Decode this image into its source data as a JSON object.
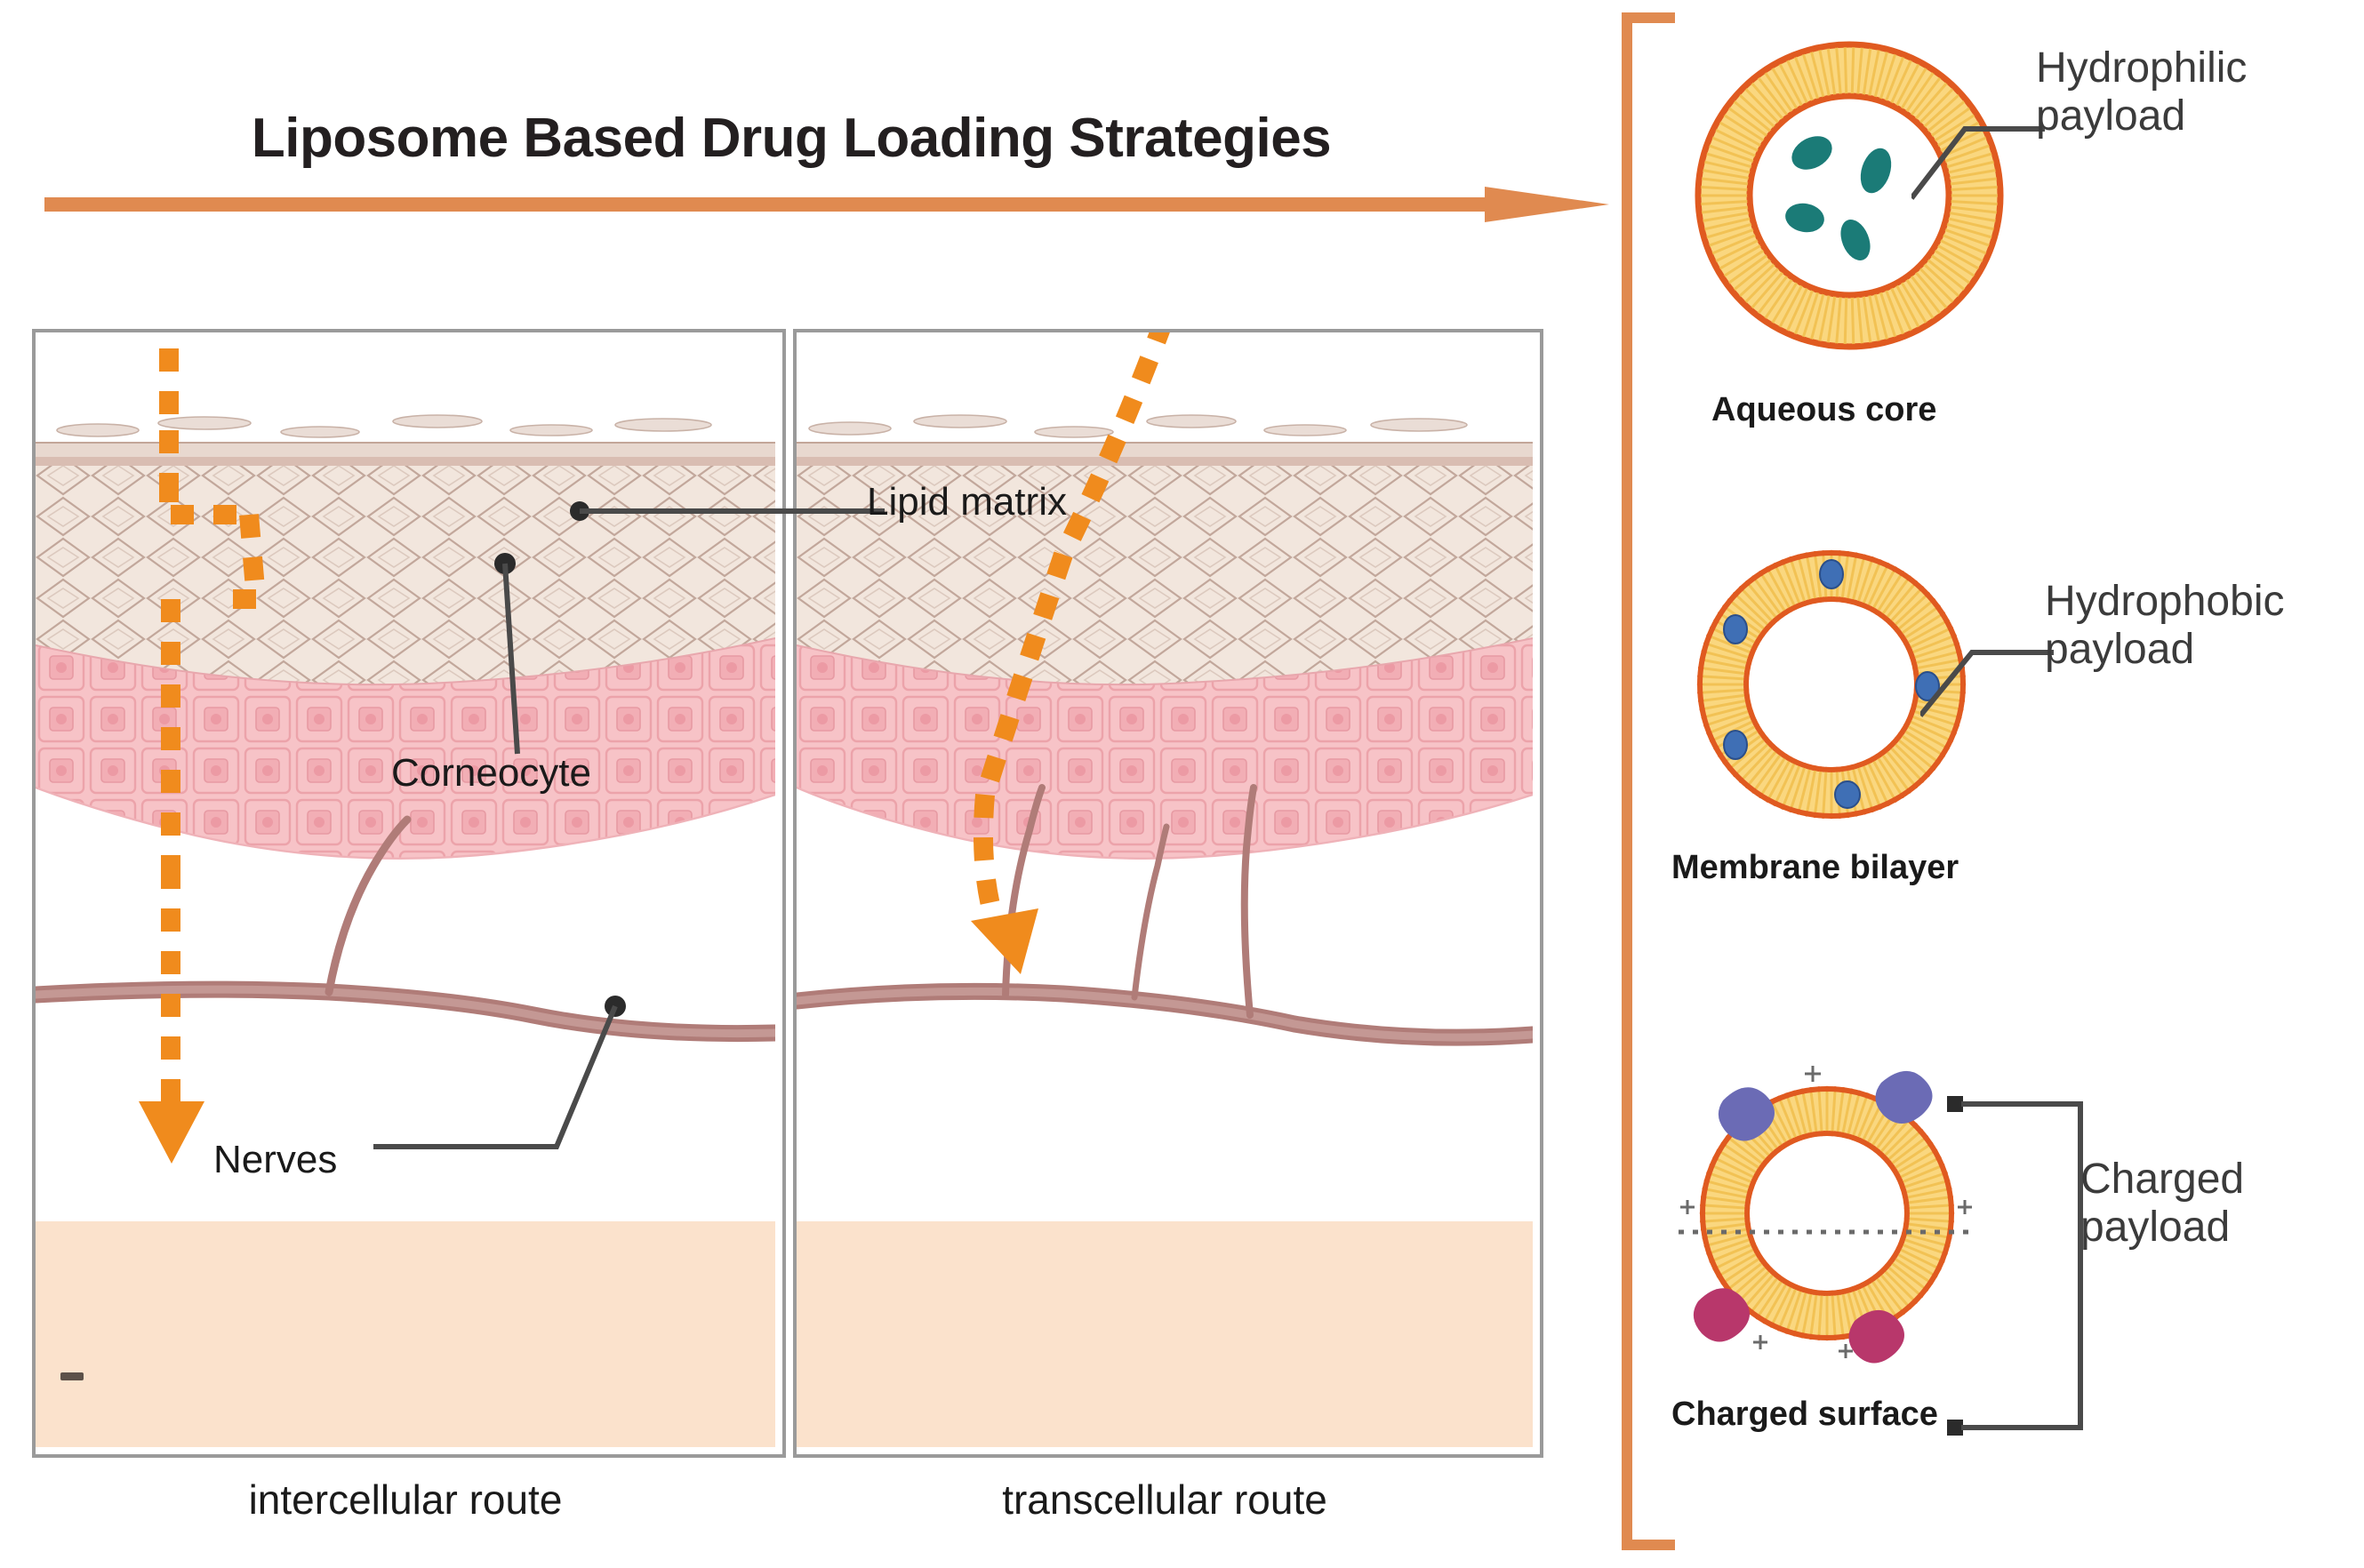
{
  "title": "Liposome Based Drug Loading Strategies",
  "colors": {
    "arrow_orange": "#E08A50",
    "bracket_orange": "#E08A50",
    "route_arrow_orange": "#F08B1D",
    "bilayer_fill": "#FAD77F",
    "bilayer_edge": "#E05A20",
    "hydrophilic_payload": "#1B7B77",
    "hydrophobic_payload": "#3F6FB5",
    "charged_blob_purple": "#6B6BB5",
    "charged_blob_magenta": "#B8376B",
    "corneocyte_layer": "#EFE2DA",
    "basal_layer": "#F6BFC4",
    "hypodermis": "#FBE2CC",
    "nerve": "#B07C78",
    "panel_border": "#9A9A9A",
    "label_text": "#1A1A1A"
  },
  "panels": [
    {
      "id": "intercellular",
      "caption": "intercellular route",
      "route_label": "intercellular route",
      "arrow_style": "dashed-vertical-zigzag",
      "arrow_direction": "down"
    },
    {
      "id": "transcellular",
      "caption": "transcellular route",
      "route_label": "transcellular route",
      "arrow_style": "dashed-diagonal",
      "arrow_direction": "down-right"
    }
  ],
  "skin_labels": [
    {
      "id": "lipid-matrix",
      "text": "Lipid matrix"
    },
    {
      "id": "corneocyte",
      "text": "Corneocyte"
    },
    {
      "id": "nerves",
      "text": "Nerves"
    }
  ],
  "liposomes": [
    {
      "id": "aqueous-core",
      "caption": "Aqueous core",
      "side_label_line1": "Hydrophilic",
      "side_label_line2": "payload",
      "payload_location": "core",
      "payload_count": 4,
      "payload_color": "#1B7B77"
    },
    {
      "id": "membrane-bilayer",
      "caption": "Membrane bilayer",
      "side_label_line1": "Hydrophobic",
      "side_label_line2": "payload",
      "payload_location": "bilayer",
      "payload_count": 5,
      "payload_color": "#3F6FB5"
    },
    {
      "id": "charged-surface",
      "caption": "Charged surface",
      "side_label_line1": "Charged",
      "side_label_line2": "payload",
      "payload_location": "surface",
      "payload_count": 4,
      "payload_color": "#6B6BB5"
    }
  ],
  "icons": {
    "title_arrow": "right-arrow-icon",
    "bracket": "bracket-icon",
    "route_arrow": "dashed-arrow-icon"
  }
}
